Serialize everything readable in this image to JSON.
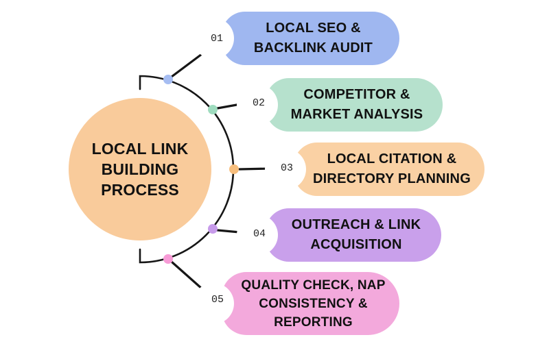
{
  "title": "LOCAL LINK\nBUILDING\nPROCESS",
  "colors": {
    "center_circle": "#F9CB9B",
    "line": "#161616",
    "text": "#111111",
    "background": "#FFFFFF"
  },
  "steps": [
    {
      "number": "01",
      "label": "LOCAL SEO &\nBACKLINK AUDIT",
      "color": "#9FB7F0",
      "dot_color": "#A6BDF2"
    },
    {
      "number": "02",
      "label": "COMPETITOR &\nMARKET ANALYSIS",
      "color": "#B6E1CD",
      "dot_color": "#9FDCBF"
    },
    {
      "number": "03",
      "label": "LOCAL CITATION &\nDIRECTORY PLANNING",
      "color": "#FAD1A4",
      "dot_color": "#F7BE7D"
    },
    {
      "number": "04",
      "label": "OUTREACH & LINK\nACQUISITION",
      "color": "#C9A0EB",
      "dot_color": "#C79BEA"
    },
    {
      "number": "05",
      "label": "QUALITY CHECK, NAP\nCONSISTENCY &\nREPORTING",
      "color": "#F3A9DC",
      "dot_color": "#F79BD6"
    }
  ]
}
